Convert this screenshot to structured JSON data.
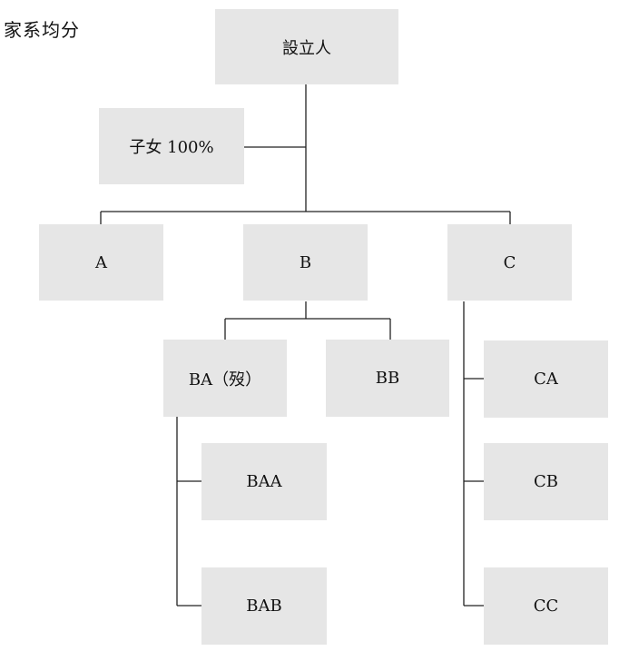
{
  "title": "家系均分",
  "nodes": {
    "founder": "設立人",
    "children_share": "子女 100%",
    "a": "A",
    "b": "B",
    "c": "C",
    "ba": "BA（歿）",
    "bb": "BB",
    "baa": "BAA",
    "bab": "BAB",
    "ca": "CA",
    "cb": "CB",
    "cc": "CC"
  },
  "colors": {
    "box_fill": "#e6e6e6",
    "line": "#222222",
    "text": "#111111"
  }
}
